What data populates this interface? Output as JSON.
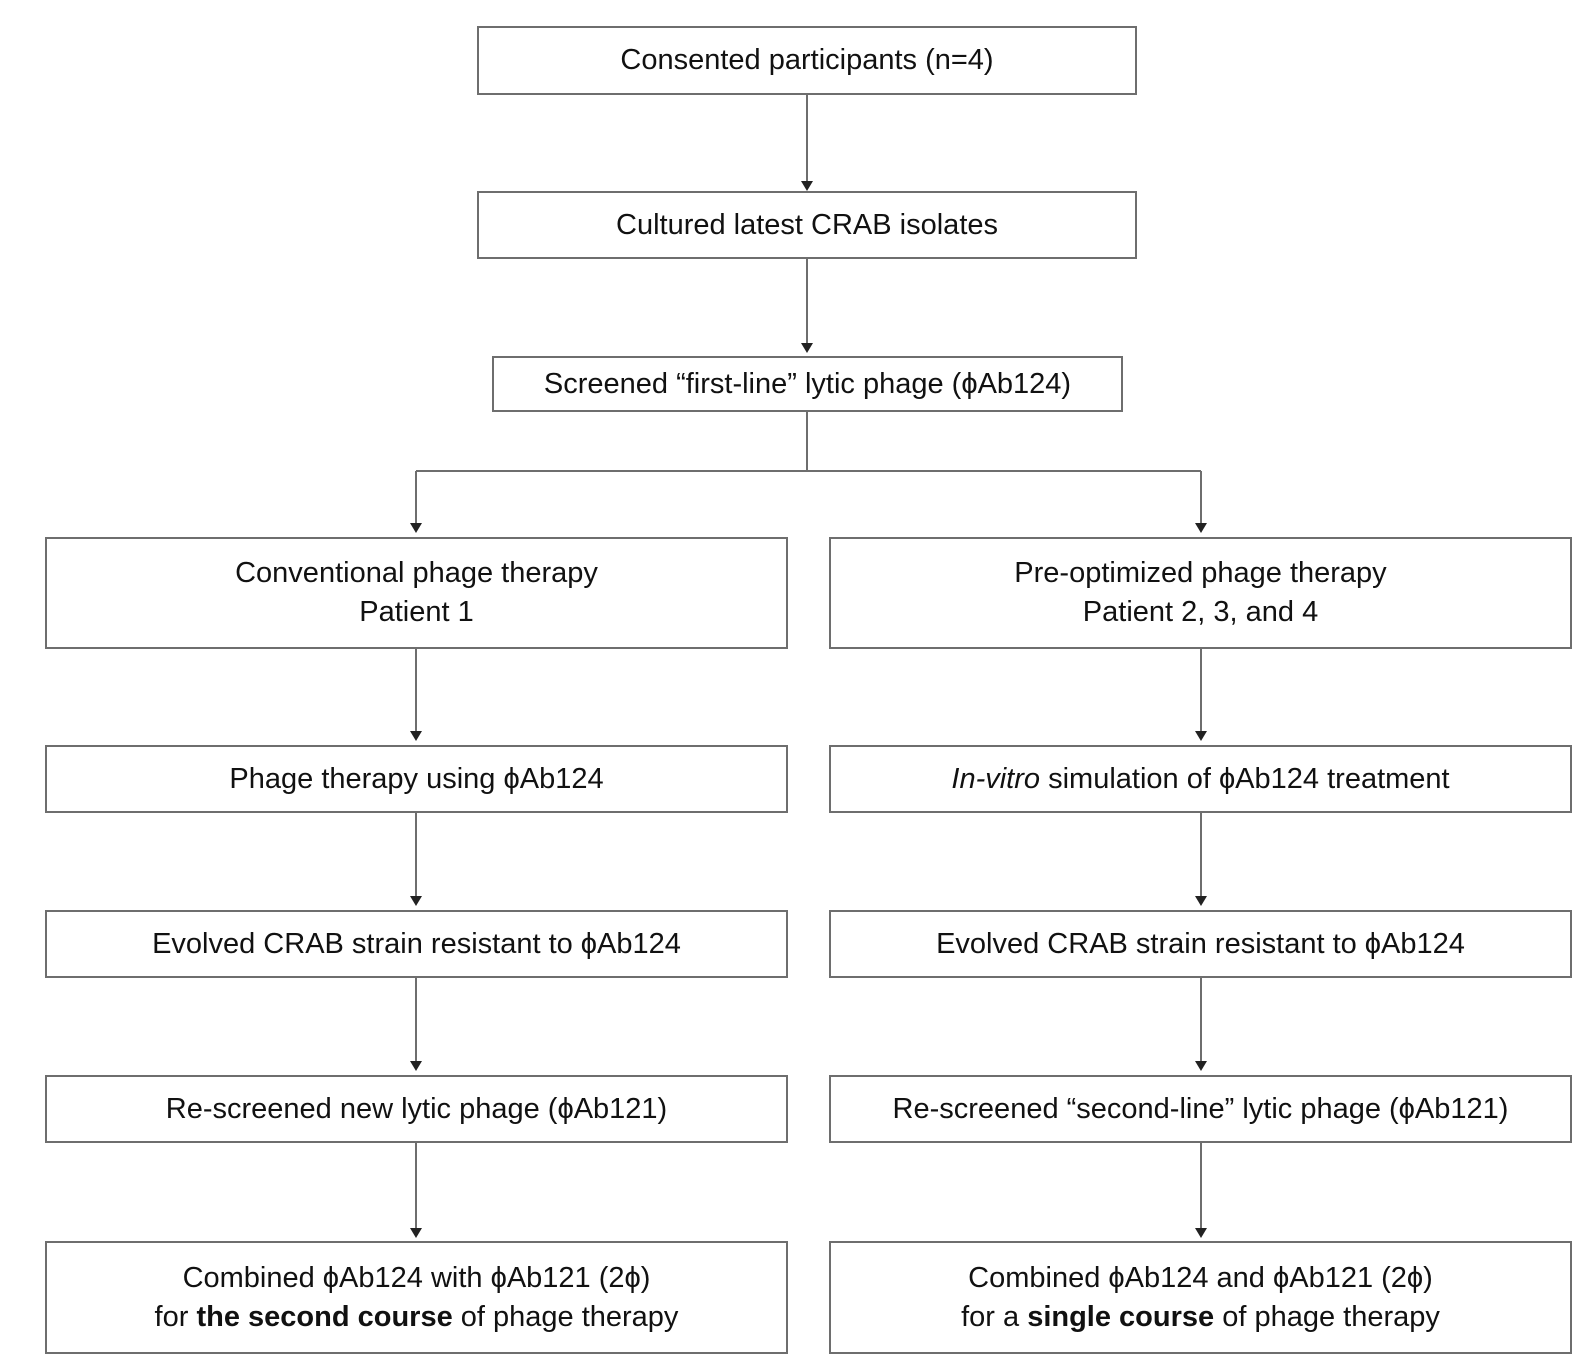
{
  "top": {
    "consented": "Consented participants (n=4)",
    "cultured": "Cultured latest CRAB isolates",
    "screened": "Screened “first-line” lytic phage (ϕAb124)"
  },
  "left": {
    "branch_title": "Conventional phage therapy",
    "branch_patients": "Patient 1",
    "step1": "Phage therapy using ϕAb124",
    "step2": "Evolved CRAB strain resistant to ϕAb124",
    "step3": "Re-screened new lytic phage (ϕAb121)",
    "step4_line1": "Combined ϕAb124 with ϕAb121 (2ϕ)",
    "step4_pre": "for ",
    "step4_bold": "the second course",
    "step4_post": " of phage therapy"
  },
  "right": {
    "branch_title": "Pre-optimized phage therapy",
    "branch_patients": "Patient 2, 3, and 4",
    "step1_italic": "In-vitro",
    "step1_rest": " simulation of ϕAb124 treatment",
    "step2": "Evolved CRAB strain resistant to ϕAb124",
    "step3": "Re-screened “second-line” lytic phage (ϕAb121)",
    "step4_line1": "Combined ϕAb124 and ϕAb121 (2ϕ)",
    "step4_pre": "for a ",
    "step4_bold": "single course",
    "step4_post": " of phage therapy"
  }
}
